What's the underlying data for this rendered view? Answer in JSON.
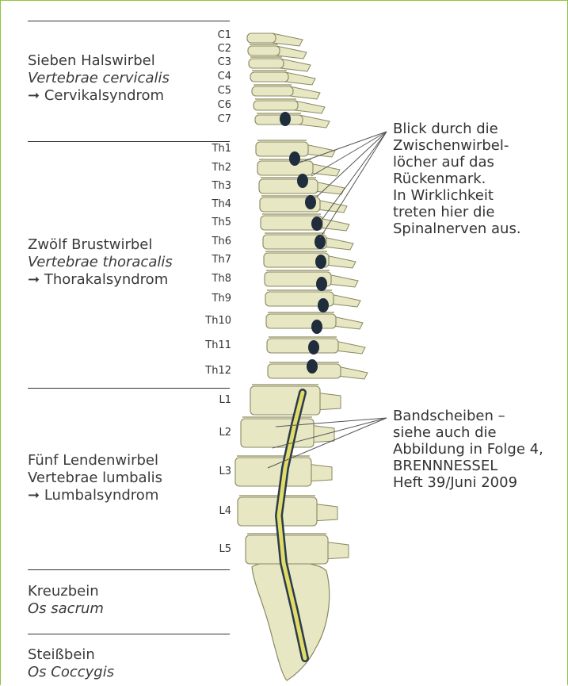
{
  "groups": {
    "cervical": {
      "line1": "Sieben Halswirbel",
      "line2": "Vertebrae cervicalis",
      "line3": "Cervikalsyndrom"
    },
    "thoracic": {
      "line1": "Zwölf Brustwirbel",
      "line2": "Vertebrae thoracalis",
      "line3": "Thorakalsyndrom"
    },
    "lumbar": {
      "line1": "Fünf Lendenwirbel",
      "line2": "Vertebrae lumbalis",
      "line3": "Lumbalsyndrom"
    },
    "sacrum": {
      "line1": "Kreuzbein",
      "line2": "Os sacrum"
    },
    "coccyx": {
      "line1": "Steißbein",
      "line2": "Os Coccygis"
    }
  },
  "arrow_symbol": "➞",
  "vertebrae": [
    "C1",
    "C2",
    "C3",
    "C4",
    "C5",
    "C6",
    "C7",
    "Th1",
    "Th2",
    "Th3",
    "Th4",
    "Th5",
    "Th6",
    "Th7",
    "Th8",
    "Th9",
    "Th10",
    "Th11",
    "Th12",
    "L1",
    "L2",
    "L3",
    "L4",
    "L5"
  ],
  "annotations": {
    "foramina": [
      "Blick durch die",
      "Zwischenwirbel-",
      "löcher auf das",
      "Rückenmark.",
      "In Wirklichkeit",
      "treten hier die",
      "Spinalnerven aus."
    ],
    "discs": [
      "Bandscheiben –",
      "siehe auch die",
      "Abbildung in Folge 4,",
      "BRENNNESSEL",
      "Heft 39/Juni 2009"
    ]
  },
  "colors": {
    "frame": "#8cc63f",
    "bone": "#e8e7c4",
    "bone_edge": "#8a8860",
    "cord": "#e0dc6a",
    "foramen": "#1f2d3c"
  }
}
